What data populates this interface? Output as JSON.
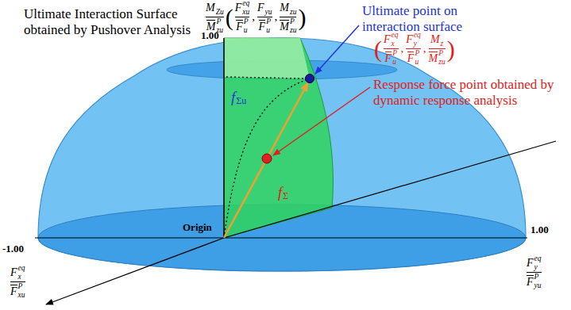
{
  "diagram": {
    "labels": [
      "Ultimate Interaction Surface obtained by Pushover Analysis",
      "M",
      "Zu",
      "M",
      "P",
      "zu",
      "(",
      "F",
      "eq",
      "xu",
      "F",
      "P",
      "u",
      ",",
      "F",
      "yu",
      "F",
      "P",
      "u",
      ",",
      "M",
      "zu",
      "M",
      "P",
      "zu",
      ")",
      "Ultimate point on interaction surface",
      "1.00",
      "(",
      "F",
      "eq",
      "x",
      "F",
      "P",
      "u",
      ",",
      "F",
      "eq",
      "y",
      "F",
      "P",
      "u",
      ",",
      "M",
      "z",
      "M",
      "P",
      "zu",
      ")",
      "Response force point obtained by dynamic response analysis",
      "f",
      "Σu",
      "f",
      "Σ",
      "-1.00",
      "Origin",
      "1.00",
      "F",
      "eq",
      "y",
      "F",
      "P",
      "yu",
      "F",
      "eq",
      "x",
      "F",
      "P",
      "xu"
    ]
  }
}
